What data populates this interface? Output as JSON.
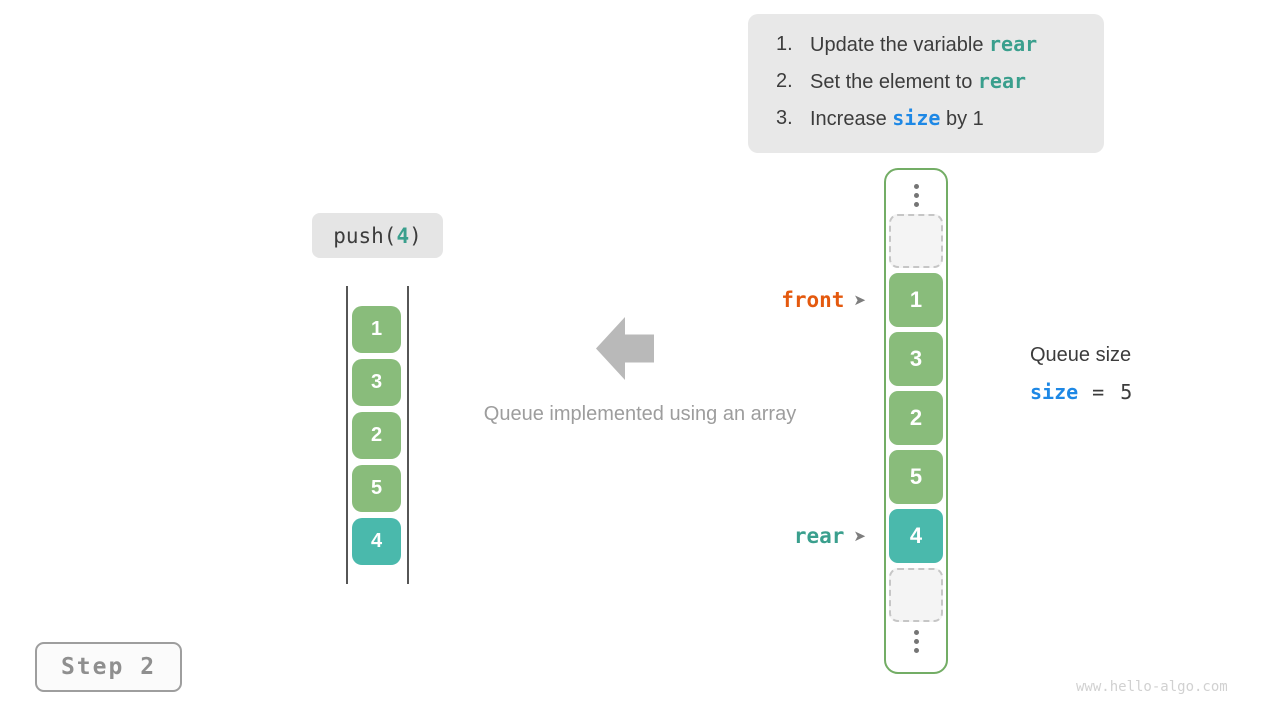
{
  "colors": {
    "instr_bg": "#e8e8e8",
    "push_bg": "#e5e5e5",
    "text_dark": "#3c3c3c",
    "code_teal": "#3a9f8d",
    "code_blue": "#1e88e5",
    "cell_green": "#89bc7b",
    "cell_teal": "#4ab9ac",
    "border_green": "#73ad65",
    "front_orange": "#e4590e",
    "arrow_gray": "#b9b9b9",
    "caption_gray": "#9d9d9d",
    "line_dark": "#565656",
    "dot_gray": "#757575",
    "dash_border": "#c6c6c6",
    "dash_fill": "#f4f4f4",
    "step_border": "#9e9e9e",
    "step_text": "#8f8f8f",
    "step_bg": "#fbfbfb",
    "watermark_gray": "#d1d1d1",
    "ptr_arrow_gray": "#7d7d7d"
  },
  "icons": {
    "pointer_arrow": "➤"
  },
  "instructions": {
    "items": [
      {
        "num": "1.",
        "prefix": "Update the variable ",
        "code": "rear",
        "suffix": ""
      },
      {
        "num": "2.",
        "prefix": "Set the element to ",
        "code": "rear",
        "suffix": ""
      },
      {
        "num": "3.",
        "prefix": "Increase ",
        "code": "size",
        "suffix": " by 1"
      }
    ]
  },
  "push_label": {
    "fn": "push(",
    "arg": "4",
    "close": ")"
  },
  "left_queue": {
    "values": [
      "1",
      "3",
      "2",
      "5",
      "4"
    ]
  },
  "array_column": {
    "values": [
      "1",
      "3",
      "2",
      "5",
      "4"
    ]
  },
  "pointers": {
    "front": "front",
    "rear": "rear"
  },
  "queue_size": {
    "title": "Queue size",
    "var": "size",
    "equals": "=",
    "value": "5"
  },
  "caption": "Queue implemented using an array",
  "step_label": "Step 2",
  "watermark": "www.hello-algo.com"
}
